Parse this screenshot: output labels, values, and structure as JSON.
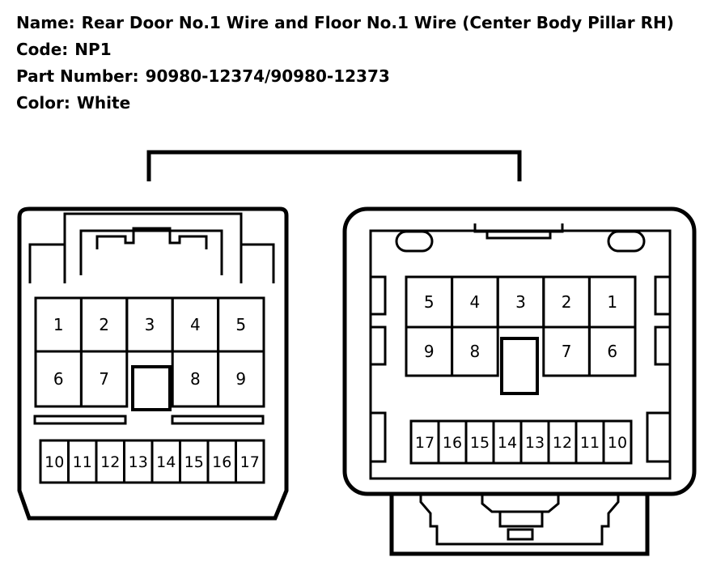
{
  "header": {
    "name_label": "Name:",
    "name_value": "Rear Door No.1 Wire and Floor No.1 Wire (Center Body Pillar RH)",
    "code_label": "Code:",
    "code_value": "NP1",
    "part_label": "Part Number:",
    "part_value": "90980-12374/90980-12373",
    "color_label": "Color:",
    "color_value": "White"
  },
  "left_connector": {
    "top_row": [
      "1",
      "2",
      "3",
      "4",
      "5"
    ],
    "middle_row": [
      "6",
      "7",
      "8",
      "9"
    ],
    "bottom_row": [
      "10",
      "11",
      "12",
      "13",
      "14",
      "15",
      "16",
      "17"
    ]
  },
  "right_connector": {
    "top_row": [
      "5",
      "4",
      "3",
      "2",
      "1"
    ],
    "middle_row": [
      "9",
      "8",
      "7",
      "6"
    ],
    "bottom_row": [
      "17",
      "16",
      "15",
      "14",
      "13",
      "12",
      "11",
      "10"
    ]
  }
}
